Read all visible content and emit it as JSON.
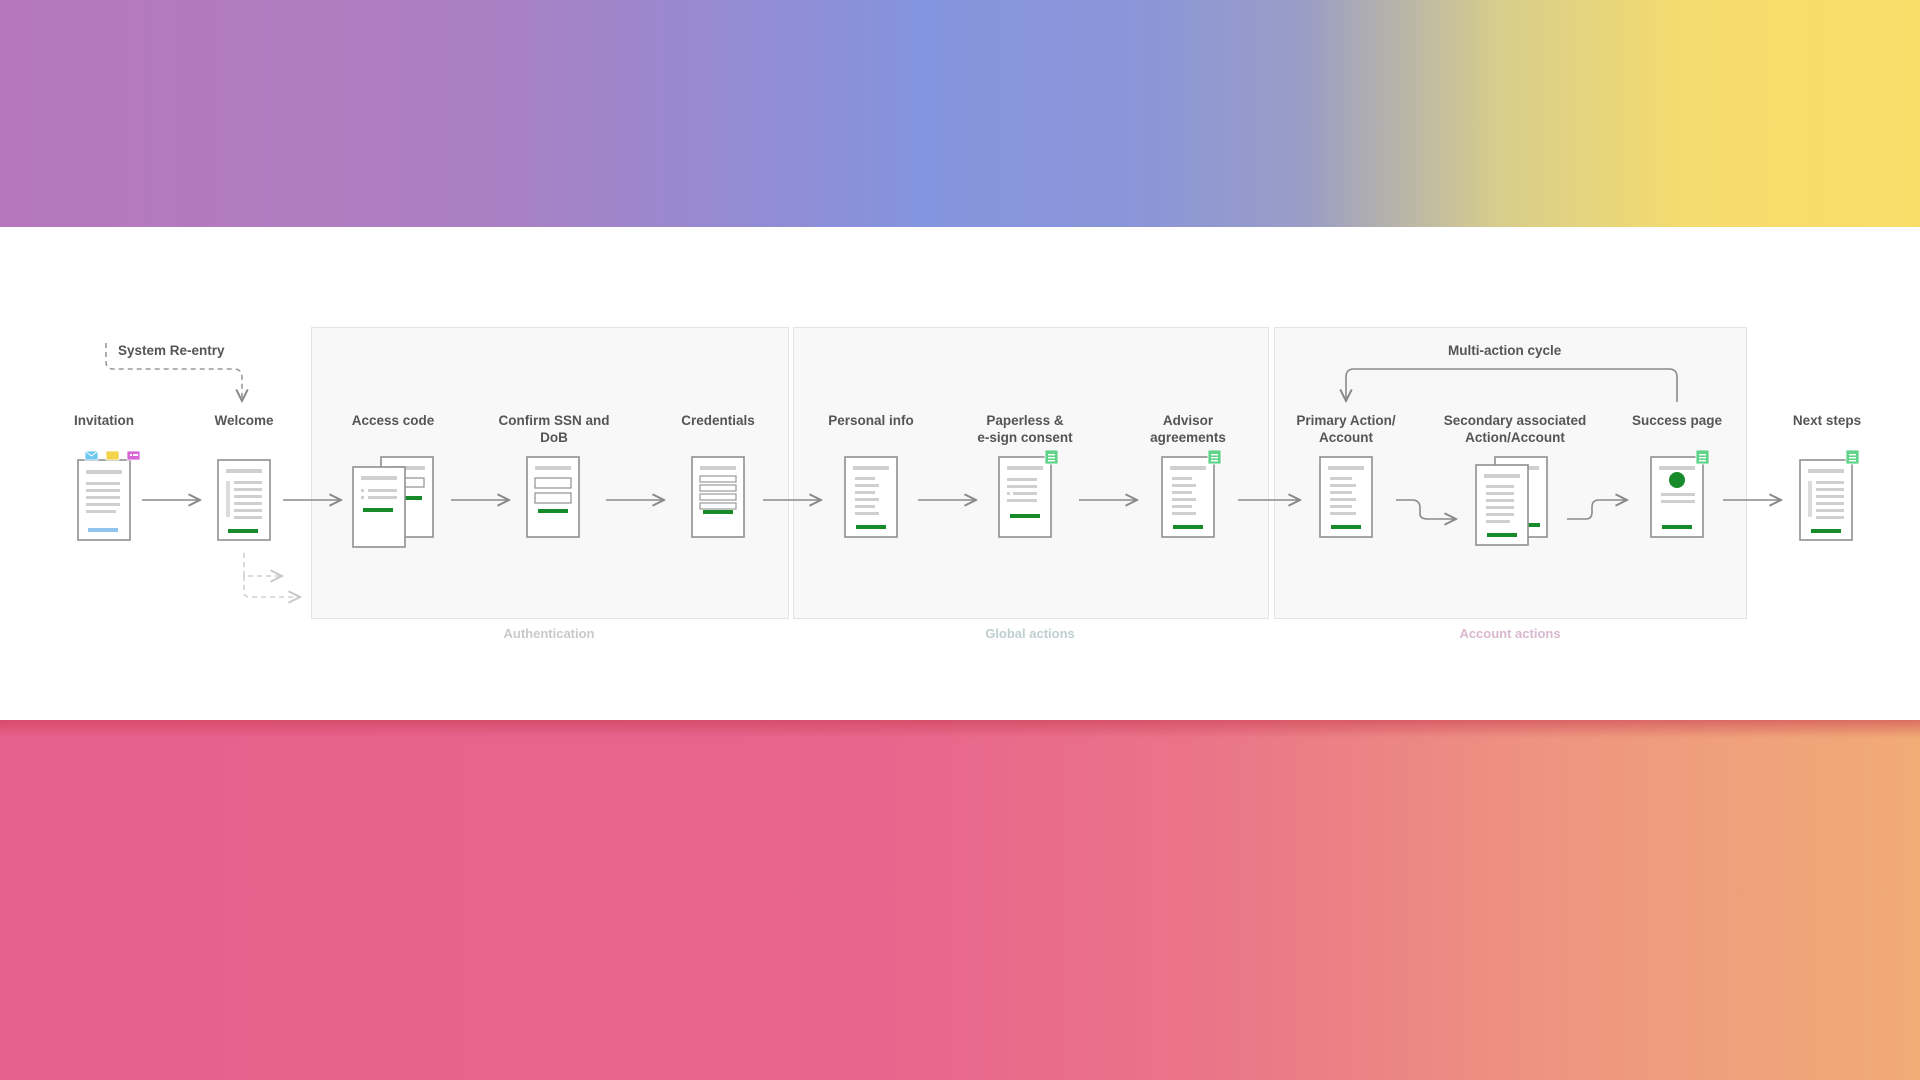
{
  "steps": {
    "invitation": "Invitation",
    "welcome": "Welcome",
    "access_code": "Access code",
    "confirm_ssn": "Confirm SSN and\nDoB",
    "credentials": "Credentials",
    "personal_info": "Personal info",
    "paperless": "Paperless &\ne-sign consent",
    "advisor": "Advisor\nagreements",
    "primary_action": "Primary Action/\nAccount",
    "secondary_action": "Secondary associated\nAction/Account",
    "success_page": "Success page",
    "next_steps": "Next steps"
  },
  "flows": {
    "system_reentry": "System Re-entry",
    "multi_action_cycle": "Multi-action cycle"
  },
  "groups": {
    "authentication": "Authentication",
    "global_actions": "Global actions",
    "account_actions": "Account actions"
  },
  "colors": {
    "authentication_label": "#c9c9c9",
    "global_actions_label": "#bfcfcf",
    "account_actions_label": "#d9b8d0",
    "progress_green": "#178a2a",
    "badge_green": "#5fd38a",
    "mail_blue": "#6ec8f0",
    "chat_yellow": "#f3d34a",
    "doc_magenta": "#d864d8"
  }
}
